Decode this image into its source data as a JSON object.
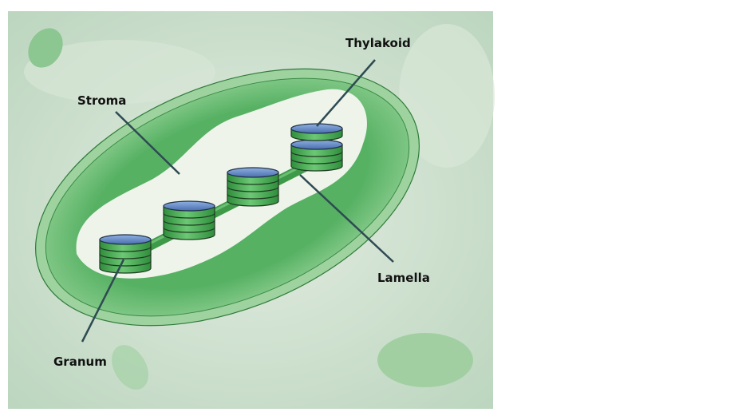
{
  "diagram": {
    "labels": {
      "thylakoid": "Thylakoid",
      "stroma": "Stroma",
      "lamella": "Lamella",
      "granum": "Granum"
    },
    "colors": {
      "background": "#c9dcc9",
      "outer_membrane": "#5bb46a",
      "stroma_fill": "#eef4ea",
      "stack_green": "#4cae57",
      "disc_blue": "#5d82c2",
      "pointer": "#2e4a52"
    }
  }
}
